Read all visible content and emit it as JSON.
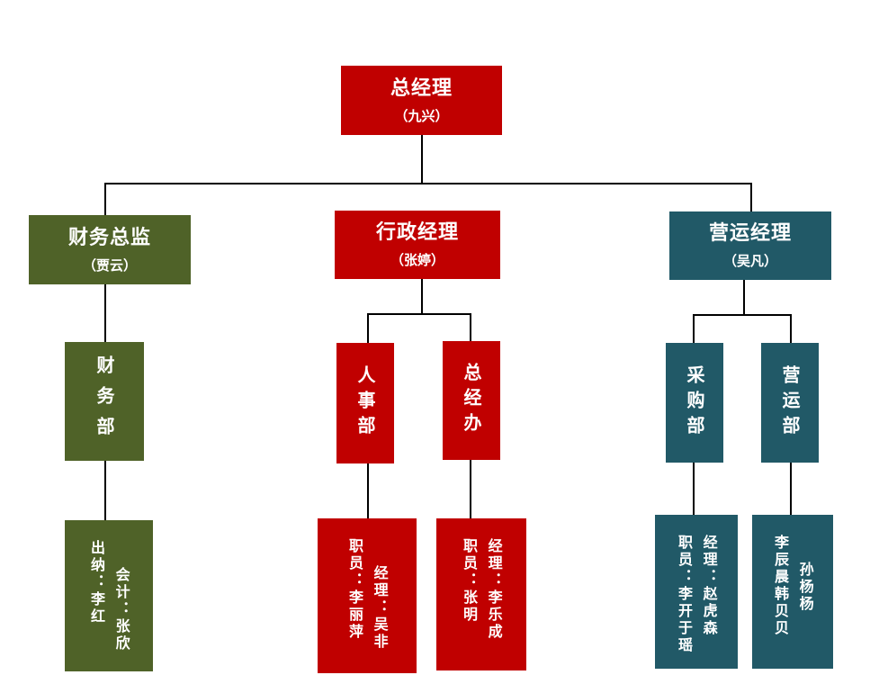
{
  "ceo": {
    "title": "总经理",
    "name": "（九兴）"
  },
  "finance_director": {
    "title": "财务总监",
    "name": "（贾云）"
  },
  "admin_manager": {
    "title": "行政经理",
    "name": "（张婷）"
  },
  "ops_manager": {
    "title": "营运经理",
    "name": "（吴凡）"
  },
  "departments": {
    "finance": "财务部",
    "hr": "人事部",
    "gm_office": "总经办",
    "purchasing": "采购部",
    "operations": "营运部"
  },
  "staff": {
    "finance": [
      "会计：张欣",
      "出纳：李红"
    ],
    "hr": [
      "经理：吴非",
      "职员：李丽萍"
    ],
    "gm_office": [
      "经理：李乐成",
      "职员：张明"
    ],
    "purchasing": [
      "经理：赵虎森",
      "职员：李开于瑶"
    ],
    "operations": [
      "孙杨杨",
      "李辰晨韩贝贝"
    ]
  },
  "colors": {
    "red": "#c00000",
    "green": "#4f6228",
    "teal": "#215967",
    "line": "#000000"
  }
}
